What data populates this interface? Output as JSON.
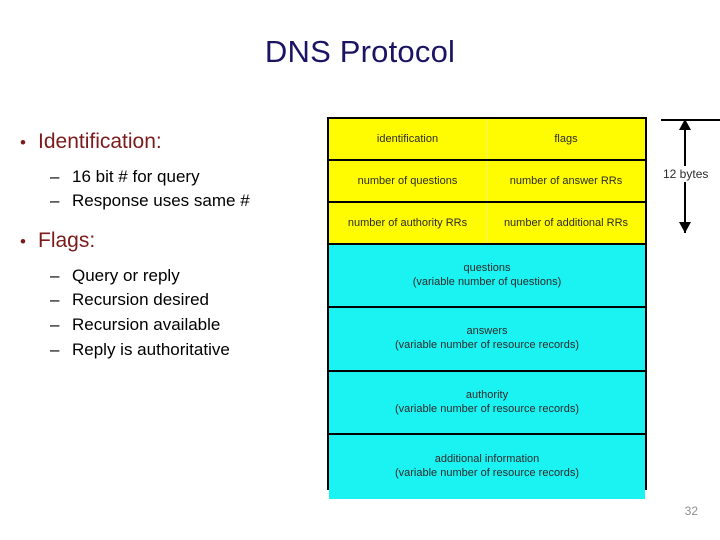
{
  "slide": {
    "title": "DNS Protocol",
    "page_number": "32",
    "title_color": "#1b1464",
    "level1_color": "#7b1b1b",
    "level2_color": "#000000",
    "header_fill": "#fffb00",
    "body_fill": "#1bf2f2"
  },
  "bullets": [
    {
      "label": "Identification:",
      "marker": "•",
      "sub_marker": "–",
      "sub": [
        "16 bit # for query",
        "Response uses same #"
      ]
    },
    {
      "label": "Flags:",
      "marker": "•",
      "sub_marker": "–",
      "sub": [
        "Query or reply",
        "Recursion desired",
        "Recursion available",
        "Reply is authoritative"
      ]
    }
  ],
  "dns_message": {
    "header_rows": [
      {
        "left": "identification",
        "right": "flags"
      },
      {
        "left": "number of questions",
        "right": "number of answer RRs"
      },
      {
        "left": "number of authority RRs",
        "right": "number of additional RRs"
      }
    ],
    "sections": [
      {
        "title": "questions",
        "subtitle": "(variable number of questions)"
      },
      {
        "title": "answers",
        "subtitle": "(variable number of resource records)"
      },
      {
        "title": "authority",
        "subtitle": "(variable number of resource records)"
      },
      {
        "title": "additional information",
        "subtitle": "(variable number of resource records)"
      }
    ],
    "annotation": {
      "label": "12 bytes"
    }
  }
}
